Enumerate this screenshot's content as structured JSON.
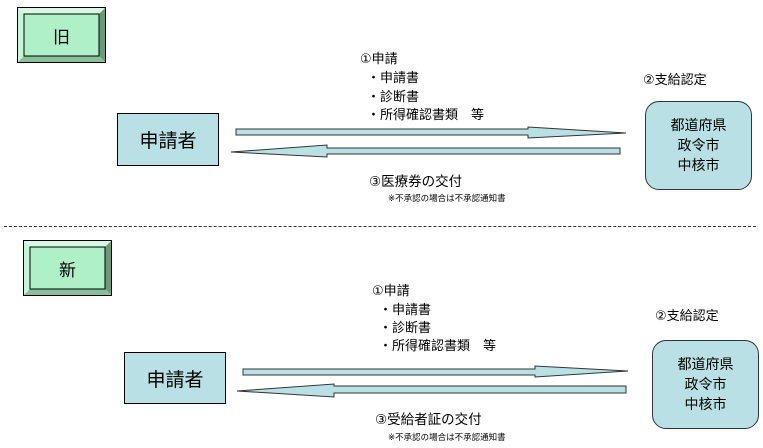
{
  "colors": {
    "label_fill": "#b0f0c8",
    "box_fill": "#b9e0e4",
    "arrow_fill": "#b9e0e4"
  },
  "sections": [
    {
      "label": "旧",
      "step1_title": "①申請",
      "step1_items": [
        "・申請書",
        "・診断書",
        "・所得確認書類　等"
      ],
      "applicant": "申請者",
      "step2_title": "②支給認定",
      "authority_lines": [
        "都道府県",
        "政令市",
        "中核市"
      ],
      "step3_title": "③医療券の交付",
      "step3_note": "※不承認の場合は不承認通知書"
    },
    {
      "label": "新",
      "step1_title": "①申請",
      "step1_items": [
        "・申請書",
        "・診断書",
        "・所得確認書類　等"
      ],
      "applicant": "申請者",
      "step2_title": "②支給認定",
      "authority_lines": [
        "都道府県",
        "政令市",
        "中核市"
      ],
      "step3_title": "③受給者証の交付",
      "step3_note": "※不承認の場合は不承認通知書"
    }
  ]
}
